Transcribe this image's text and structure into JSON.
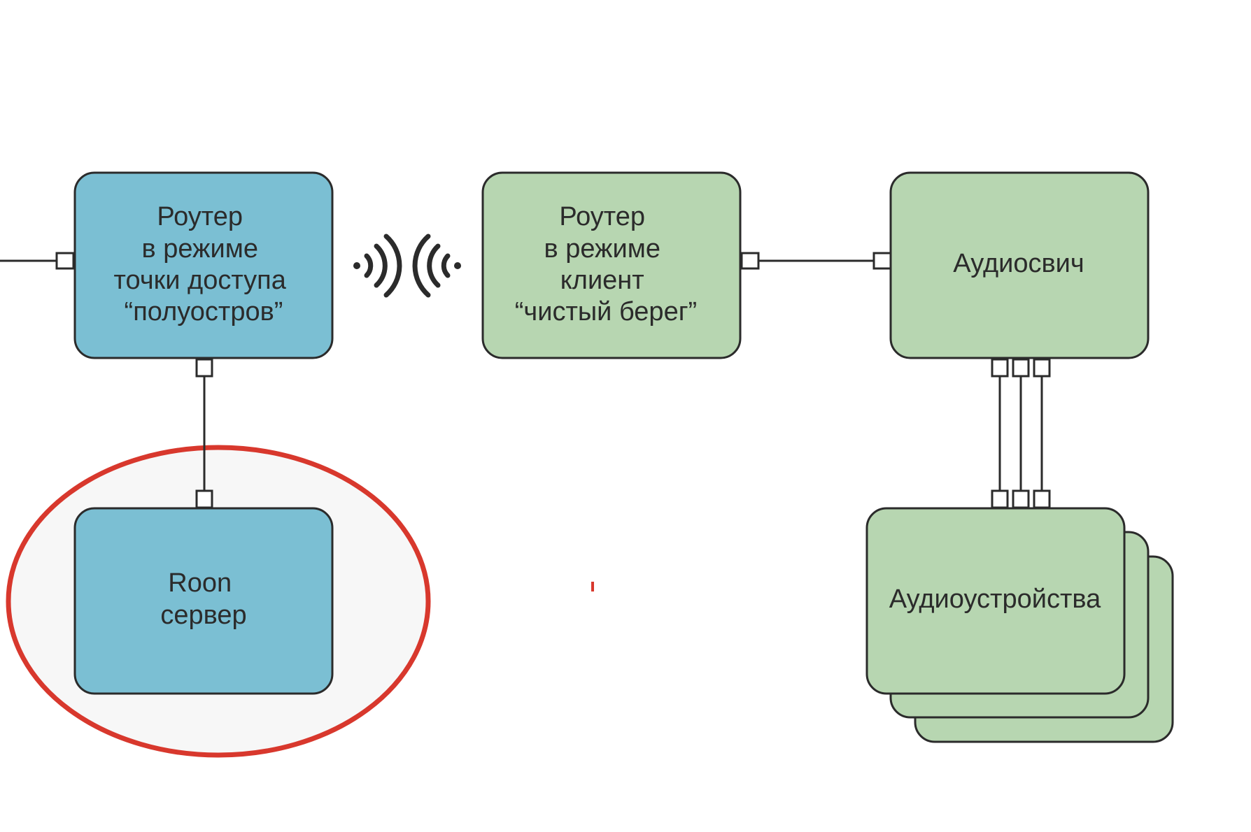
{
  "colors": {
    "blue_fill": "#7bbfd3",
    "green_fill": "#b7d6b1",
    "stroke": "#2b2b2b",
    "port_fill": "#ffffff",
    "highlight_ring": "#d8382d",
    "highlight_fill": "#f7f7f7"
  },
  "nodes": {
    "router_ap": {
      "lines": [
        "Роутер",
        "в режиме",
        "точки доступа",
        "“полуостров”"
      ]
    },
    "router_client": {
      "lines": [
        "Роутер",
        "в режиме",
        "клиент",
        "“чистый берег”"
      ]
    },
    "audioswitch": {
      "lines": [
        "Аудиосвич"
      ]
    },
    "roon_server": {
      "lines": [
        "Roon",
        "сервер"
      ]
    },
    "audio_devices": {
      "lines": [
        "Аудиоустройства"
      ]
    }
  },
  "icons": {
    "wifi_out": "wifi-signal-right-icon",
    "wifi_in": "wifi-signal-left-icon"
  }
}
